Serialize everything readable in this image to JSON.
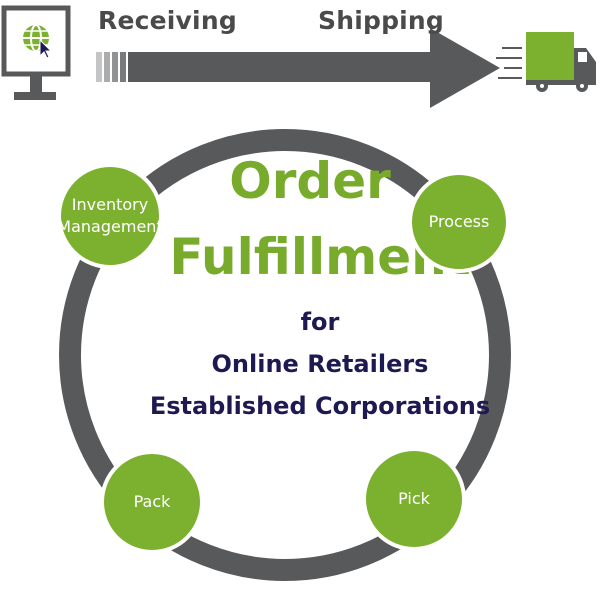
{
  "flow": {
    "receiving_label": "Receiving",
    "shipping_label": "Shipping"
  },
  "title": {
    "line1": "Order",
    "line2": "Fulfillment"
  },
  "subtitle": {
    "line1": "for",
    "line2": "Online Retailers",
    "line3": "Established Corporations"
  },
  "steps": {
    "inventory": "Inventory\nManagement",
    "process": "Process",
    "pack": "Pack",
    "pick": "Pick"
  },
  "icons": {
    "computer": "computer-with-globe-icon",
    "truck": "delivery-truck-icon"
  },
  "colors": {
    "green": "#7cb12f",
    "title_green": "#78ab2c",
    "navy": "#1d1a52",
    "gray": "#58595b"
  }
}
